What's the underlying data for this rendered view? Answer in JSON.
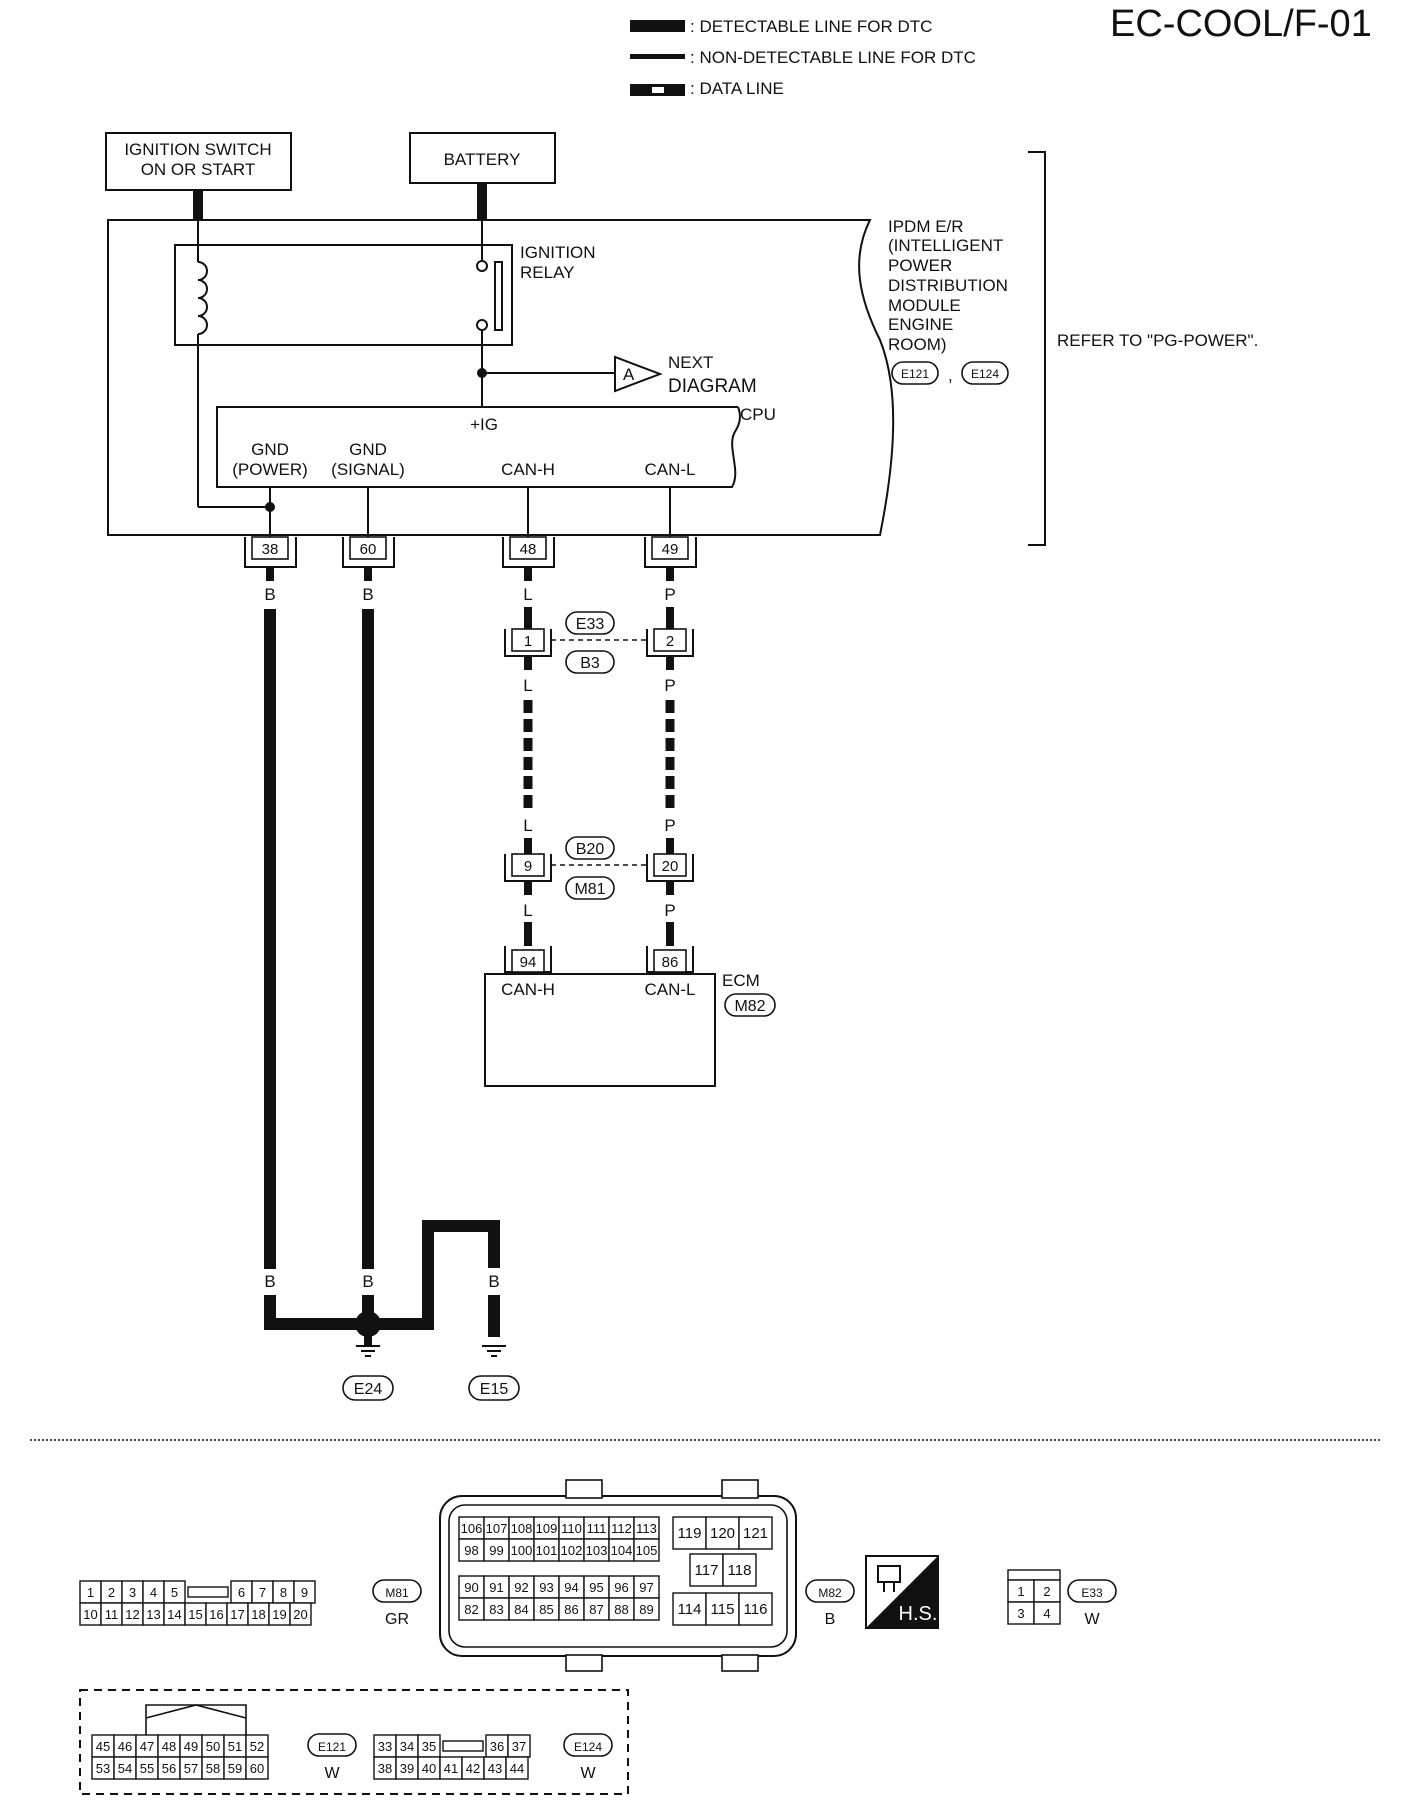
{
  "page_id": "EC-COOL/F-01",
  "legend": {
    "detectable": ": DETECTABLE LINE FOR DTC",
    "non_detectable": ": NON-DETECTABLE LINE FOR DTC",
    "data_line": ": DATA LINE"
  },
  "sources": {
    "ignition_switch_1": "IGNITION SWITCH",
    "ignition_switch_2": "ON OR START",
    "battery": "BATTERY"
  },
  "ipdm": {
    "relay_1": "IGNITION",
    "relay_2": "RELAY",
    "next_1": "NEXT",
    "next_2": "DIAGRAM",
    "next_marker": "A",
    "cpu": "CPU",
    "ig": "+IG",
    "gnd_power_1": "GND",
    "gnd_power_2": "(POWER)",
    "gnd_signal_1": "GND",
    "gnd_signal_2": "(SIGNAL)",
    "can_h": "CAN-H",
    "can_l": "CAN-L",
    "name_lines": [
      "IPDM E/R",
      "(INTELLIGENT",
      "POWER",
      "DISTRIBUTION",
      "MODULE",
      "ENGINE",
      "ROOM)"
    ],
    "conn_1": "E121",
    "comma": ",",
    "conn_2": "E124",
    "refer": "REFER TO \"PG-POWER\"."
  },
  "terminals": {
    "t38": "38",
    "t60": "60",
    "t48": "48",
    "t49": "49",
    "j1": "1",
    "j2": "2",
    "j9": "9",
    "j20": "20",
    "e94": "94",
    "e86": "86"
  },
  "wire_colors": {
    "b": "B",
    "l": "L",
    "p": "P"
  },
  "connectors": {
    "e33": "E33",
    "b3": "B3",
    "b20": "B20",
    "m81": "M81",
    "m82": "M82",
    "e24": "E24",
    "e15": "E15"
  },
  "ecm": {
    "name": "ECM",
    "can_h": "CAN-H",
    "can_l": "CAN-L",
    "conn": "M82"
  },
  "connector_views": {
    "m81": {
      "top": [
        "1",
        "2",
        "3",
        "4",
        "5",
        "6",
        "7",
        "8",
        "9"
      ],
      "bottom": [
        "10",
        "11",
        "12",
        "13",
        "14",
        "15",
        "16",
        "17",
        "18",
        "19",
        "20"
      ],
      "id": "M81",
      "color": "GR"
    },
    "m82": {
      "row1": [
        "106",
        "107",
        "108",
        "109",
        "110",
        "111",
        "112",
        "113"
      ],
      "row2": [
        "98",
        "99",
        "100",
        "101",
        "102",
        "103",
        "104",
        "105"
      ],
      "row3": [
        "90",
        "91",
        "92",
        "93",
        "94",
        "95",
        "96",
        "97"
      ],
      "row4": [
        "82",
        "83",
        "84",
        "85",
        "86",
        "87",
        "88",
        "89"
      ],
      "r_top": [
        "119",
        "120",
        "121"
      ],
      "r_mid": [
        "117",
        "118"
      ],
      "r_bot": [
        "114",
        "115",
        "116"
      ],
      "id": "M82",
      "color": "B"
    },
    "hs": "H.S.",
    "e33": {
      "top": [
        "1",
        "2"
      ],
      "bottom": [
        "3",
        "4"
      ],
      "id": "E33",
      "color": "W"
    },
    "e121": {
      "top": [
        "45",
        "46",
        "47",
        "48",
        "49",
        "50",
        "51",
        "52"
      ],
      "bottom": [
        "53",
        "54",
        "55",
        "56",
        "57",
        "58",
        "59",
        "60"
      ],
      "id": "E121",
      "color": "W"
    },
    "e124": {
      "top": [
        "33",
        "34",
        "35",
        "36",
        "37"
      ],
      "bottom": [
        "38",
        "39",
        "40",
        "41",
        "42",
        "43",
        "44"
      ],
      "id": "E124",
      "color": "W"
    }
  }
}
